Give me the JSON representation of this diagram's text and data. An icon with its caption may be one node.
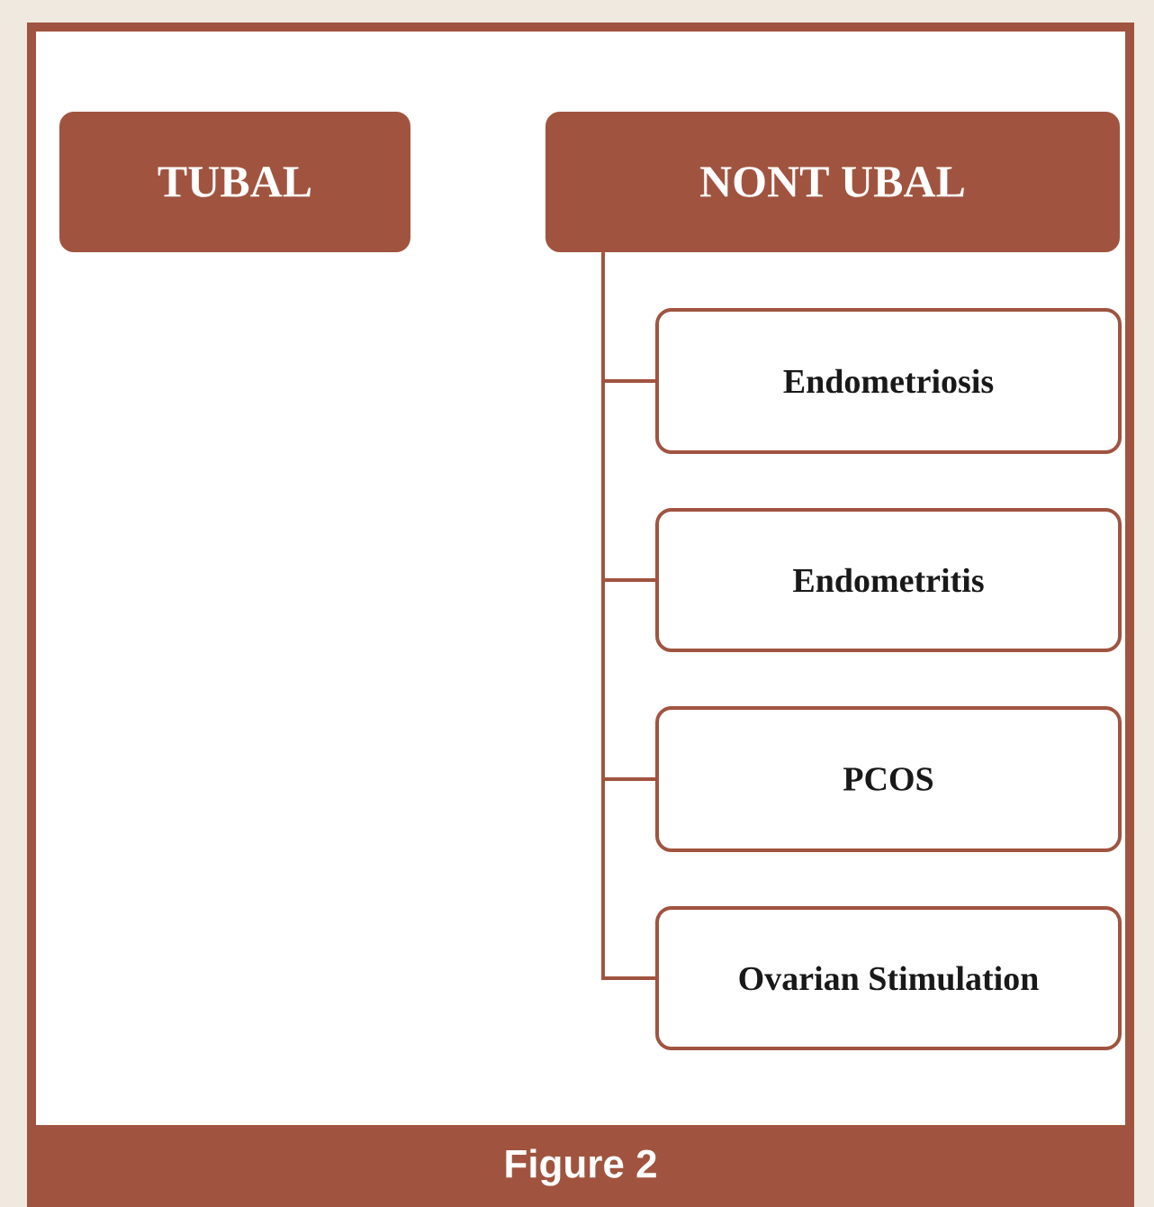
{
  "diagram": {
    "caption": "Figure 2",
    "nodes": [
      {
        "text": [
          "TUBAL"
        ]
      },
      {
        "text": [
          "NONT UBAL"
        ]
      },
      {
        "text": [
          "Endometriosis"
        ]
      },
      {
        "text": [
          "Endometritis"
        ]
      },
      {
        "text": [
          "PCOS"
        ]
      },
      {
        "text": [
          "Ovarian Stimulation"
        ]
      }
    ],
    "edges": [
      {
        "from": 1,
        "to": 2,
        "arrow": "none"
      },
      {
        "from": 1,
        "to": 3,
        "arrow": "none"
      },
      {
        "from": 1,
        "to": 4,
        "arrow": "none"
      },
      {
        "from": 1,
        "to": 5,
        "arrow": "none"
      }
    ]
  }
}
